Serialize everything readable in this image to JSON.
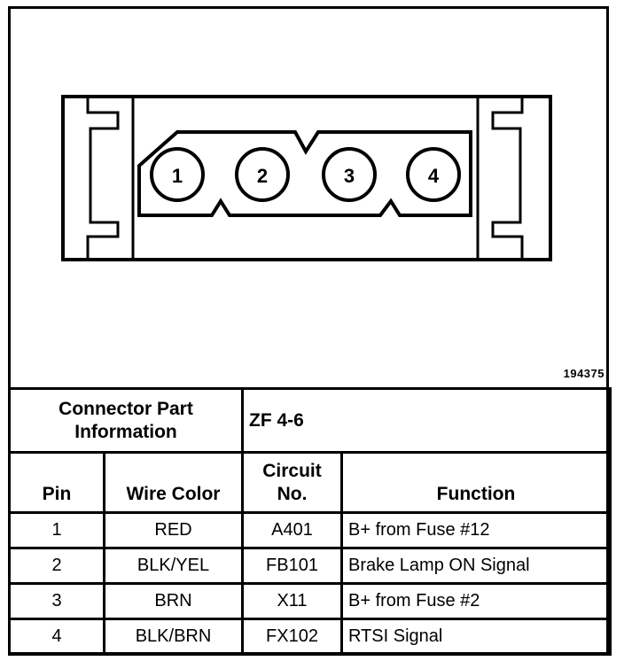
{
  "drawing_number": "194375",
  "pins": [
    "1",
    "2",
    "3",
    "4"
  ],
  "part_info": {
    "label_line1": "Connector Part",
    "label_line2": "Information",
    "value": "ZF 4-6"
  },
  "columns": {
    "pin": "Pin",
    "wire_color": "Wire Color",
    "circuit_line1": "Circuit",
    "circuit_line2": "No.",
    "function": "Function"
  },
  "rows": [
    {
      "pin": "1",
      "wire_color": "RED",
      "circuit": "A401",
      "function": "B+ from Fuse #12"
    },
    {
      "pin": "2",
      "wire_color": "BLK/YEL",
      "circuit": "FB101",
      "function": "Brake Lamp ON Signal"
    },
    {
      "pin": "3",
      "wire_color": "BRN",
      "circuit": "X11",
      "function": "B+ from Fuse #2"
    },
    {
      "pin": "4",
      "wire_color": "BLK/BRN",
      "circuit": "FX102",
      "function": "RTSI Signal"
    }
  ]
}
